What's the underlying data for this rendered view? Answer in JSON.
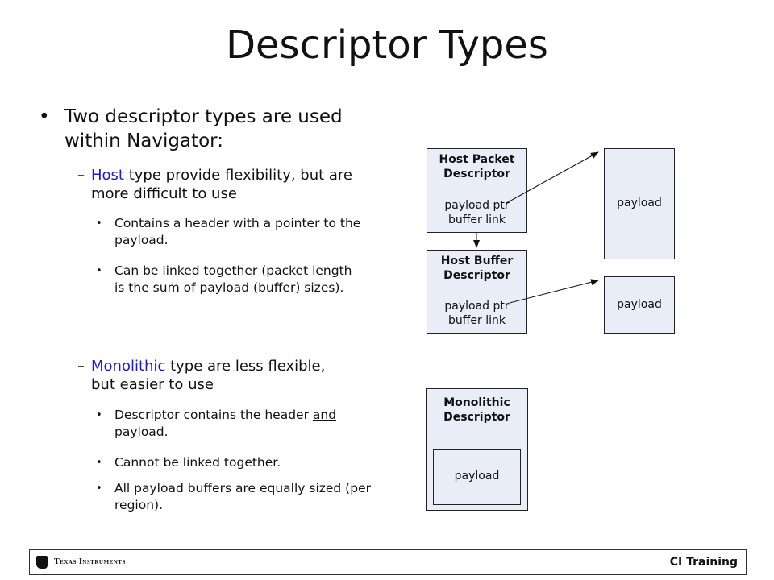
{
  "title": "Descriptor Types",
  "bullets": {
    "main": "Two descriptor types are used within Navigator:",
    "host": {
      "keyword": "Host",
      "rest": " type provide flexibility, but are more difficult to use",
      "items": [
        "Contains a header with a pointer to the payload.",
        "Can be linked together (packet length is the sum of payload (buffer) sizes)."
      ]
    },
    "mono": {
      "keyword": "Monolithic",
      "rest": " type are less flexible, but easier to use",
      "item1_pre": "Descriptor contains the header ",
      "item1_u": "and",
      "item1_post": " payload.",
      "items": [
        "Cannot be linked together.",
        "All payload buffers are equally sized (per region)."
      ]
    }
  },
  "diagram": {
    "host_packet": {
      "line1": "Host Packet",
      "line2": "Descriptor",
      "ptr": "payload ptr",
      "link": "buffer link"
    },
    "host_buffer": {
      "line1": "Host Buffer",
      "line2": "Descriptor",
      "ptr": "payload ptr",
      "link": "buffer link"
    },
    "payload_1": "payload",
    "payload_2": "payload",
    "mono": {
      "line1": "Monolithic",
      "line2": "Descriptor",
      "payload": "payload"
    }
  },
  "footer": {
    "brand": "Texas Instruments",
    "course": "CI Training"
  },
  "colors": {
    "accent_blue": "#1a1ad6",
    "box_fill": "#e8edf8"
  }
}
